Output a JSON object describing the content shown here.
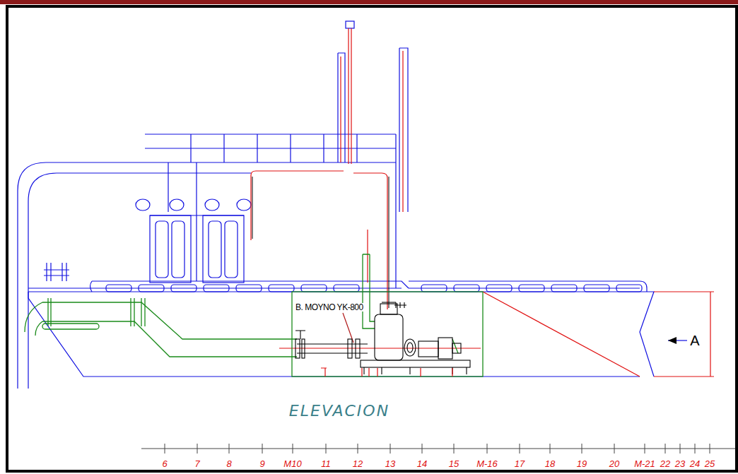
{
  "diagram": {
    "title": "ELEVACION",
    "labels": [
      "B. MOYNO YK-800",
      "A",
      "6",
      "7",
      "8",
      "9",
      "M10",
      "11",
      "12",
      "13",
      "14",
      "15",
      "M-16",
      "17",
      "18",
      "19",
      "20",
      "M-21",
      "22",
      "23",
      "24",
      "25"
    ]
  }
}
